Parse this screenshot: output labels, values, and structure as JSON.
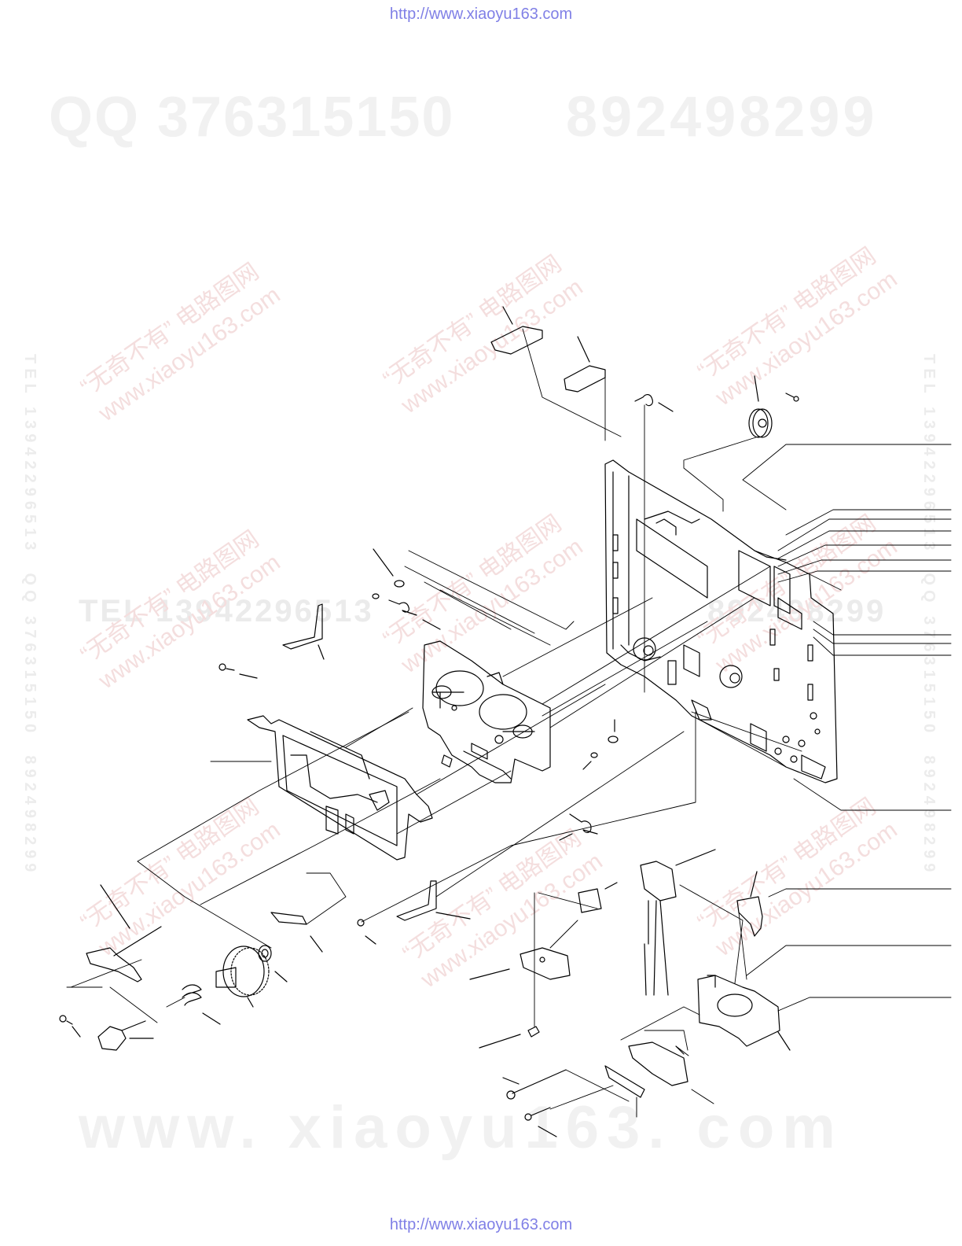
{
  "header": {
    "url": "http://www.xiaoyu163.com"
  },
  "footer": {
    "url": "http://www.xiaoyu163.com"
  },
  "watermarks": {
    "qq": "QQ 376315150",
    "qq2": "892498299",
    "site": "www. xiaoyu163. com",
    "tel": "TEL 13942296513",
    "tel2": "892498299",
    "diag_line1": "“无奇不有” 电路图网",
    "diag_line2": "www.xiaoyu163.com",
    "vertical_left": "TEL 13942296513  QQ 376315150  892498299",
    "vertical_right": "TEL 13942296513  QQ 376315150  892498299"
  },
  "colors": {
    "ink": "#000000",
    "url": "#8080e6",
    "watermark_gray": "#f1f1f1",
    "watermark_red": "#f4dede"
  }
}
